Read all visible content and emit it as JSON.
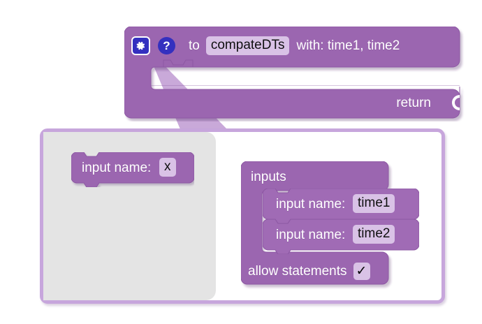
{
  "theme": {
    "block_fill": "#9b66b0",
    "block_fill_light": "#a06bb5",
    "block_stroke": "#8d58a3",
    "field_fill": "#d9c2e6",
    "bubble_border": "#c7a6dc",
    "bubble_fill": "#ffffff",
    "flyout_fill": "#e4e4e4",
    "icon_blue": "#3430bf",
    "text_on_block": "#ffffff",
    "text_on_field": "#101010",
    "tail_fill": "#c9a9d9"
  },
  "procedure_block": {
    "gear_icon": "gear-icon",
    "help_icon": "question-mark-icon",
    "to_label": "to",
    "name_field": "compateDTs",
    "with_label": "with: time1, time2",
    "return_label": "return"
  },
  "mutator": {
    "flyout": {
      "block": {
        "label": "input name:",
        "field": "x"
      }
    },
    "container": {
      "title": "inputs",
      "rows": [
        {
          "label": "input name:",
          "field": "time1"
        },
        {
          "label": "input name:",
          "field": "time2"
        }
      ],
      "allow_statements": {
        "label": "allow statements",
        "checked_glyph": "✓"
      }
    }
  }
}
